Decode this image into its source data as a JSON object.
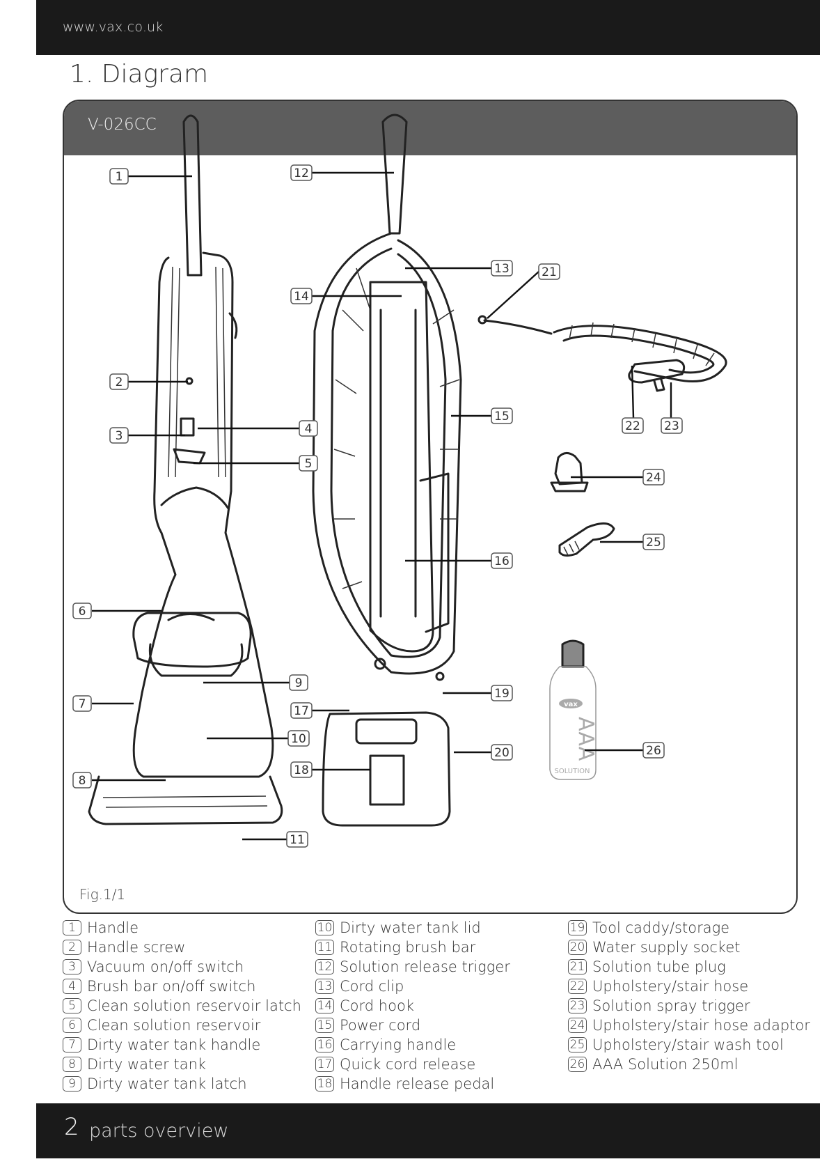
{
  "header": {
    "url": "www.vax.co.uk"
  },
  "section_title": "1. Diagram",
  "diagram": {
    "model": "V-026CC",
    "fig_label": "Fig.1/1",
    "bottle_brand": "vax",
    "bottle_text": "AAA",
    "bottle_subtext": "SOLUTION"
  },
  "parts": [
    {
      "num": "1",
      "label": "Handle"
    },
    {
      "num": "2",
      "label": "Handle screw"
    },
    {
      "num": "3",
      "label": "Vacuum on/off switch"
    },
    {
      "num": "4",
      "label": "Brush bar on/off switch"
    },
    {
      "num": "5",
      "label": "Clean solution reservoir latch"
    },
    {
      "num": "6",
      "label": "Clean solution reservoir"
    },
    {
      "num": "7",
      "label": "Dirty water tank handle"
    },
    {
      "num": "8",
      "label": "Dirty water tank"
    },
    {
      "num": "9",
      "label": "Dirty water tank latch"
    },
    {
      "num": "10",
      "label": "Dirty water tank lid"
    },
    {
      "num": "11",
      "label": "Rotating brush bar"
    },
    {
      "num": "12",
      "label": "Solution release trigger"
    },
    {
      "num": "13",
      "label": "Cord clip"
    },
    {
      "num": "14",
      "label": "Cord hook"
    },
    {
      "num": "15",
      "label": "Power cord"
    },
    {
      "num": "16",
      "label": "Carrying handle"
    },
    {
      "num": "17",
      "label": "Quick cord release"
    },
    {
      "num": "18",
      "label": "Handle release pedal"
    },
    {
      "num": "19",
      "label": "Tool caddy/storage"
    },
    {
      "num": "20",
      "label": "Water supply socket"
    },
    {
      "num": "21",
      "label": "Solution tube plug"
    },
    {
      "num": "22",
      "label": "Upholstery/stair hose"
    },
    {
      "num": "23",
      "label": "Solution spray trigger"
    },
    {
      "num": "24",
      "label": "Upholstery/stair hose adaptor"
    },
    {
      "num": "25",
      "label": "Upholstery/stair wash tool"
    },
    {
      "num": "26",
      "label": "AAA Solution 250ml"
    }
  ],
  "footer": {
    "page_number": "2",
    "title": "parts overview"
  }
}
